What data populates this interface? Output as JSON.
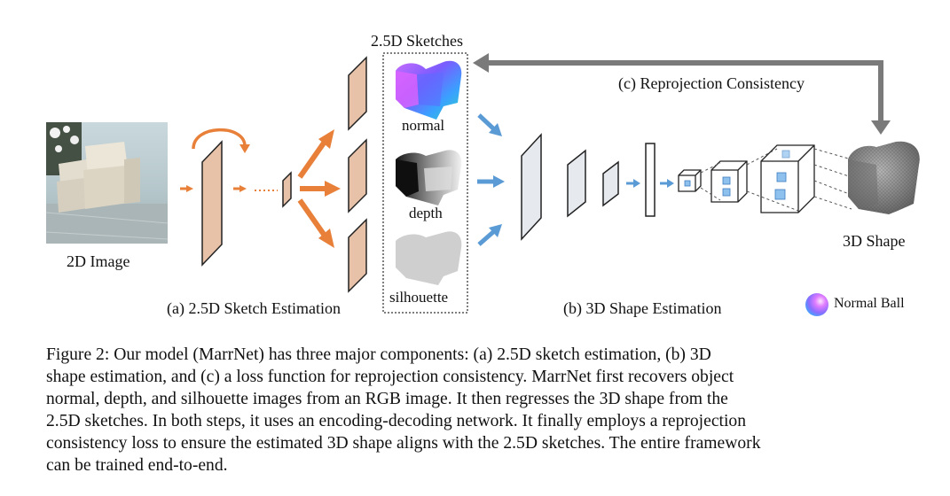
{
  "figure": {
    "sketches_title": "2.5D Sketches",
    "reprojection_label": "(c) Reprojection Consistency",
    "input_label": "2D Image",
    "sketch_normal": "normal",
    "sketch_depth": "depth",
    "sketch_silhouette": "silhouette",
    "stage_a_label": "(a) 2.5D Sketch Estimation",
    "stage_b_label": "(b) 3D Shape Estimation",
    "output_label": "3D Shape",
    "legend_label": "Normal Ball"
  },
  "colors": {
    "orange_arrow": "#e8803a",
    "feature_map": "#e8c2a8",
    "blue_arrow": "#5b9bd5",
    "gray_arrow": "#7a7a7a"
  },
  "caption": {
    "line1": "Figure 2: Our model (MarrNet) has three major components: (a) 2.5D sketch estimation, (b) 3D",
    "line2": "shape estimation, and (c) a loss function for reprojection consistency. MarrNet first recovers object",
    "line3": "normal, depth, and silhouette images from an RGB image. It then regresses the 3D shape from the",
    "line4": "2.5D sketches. In both steps, it uses an encoding-decoding network. It finally employs a reprojection",
    "line5": "consistency loss to ensure the estimated 3D shape aligns with the 2.5D sketches. The entire framework",
    "line6": "can be trained end-to-end."
  }
}
